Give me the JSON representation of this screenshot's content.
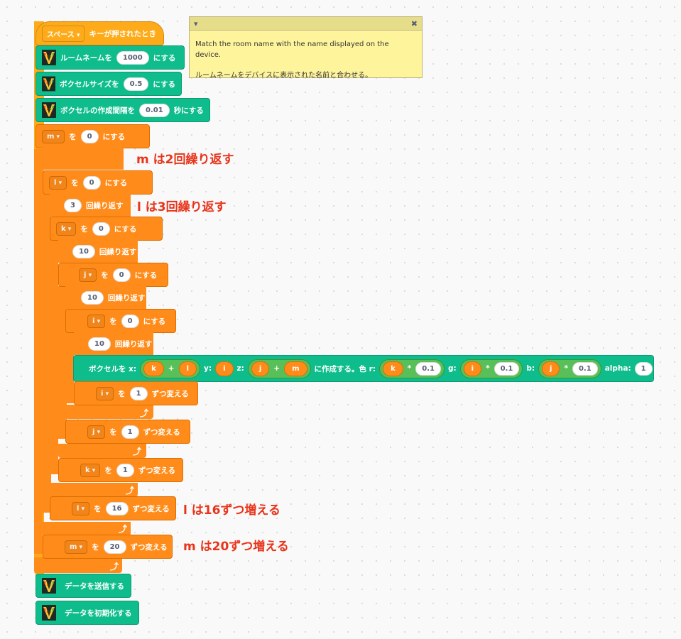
{
  "hat": {
    "key": "スペース",
    "text": "キーが押されたとき"
  },
  "room": {
    "before": "ルームネームを",
    "value": "1000",
    "after": "にする"
  },
  "voxel_size": {
    "before": "ボクセルサイズを",
    "value": "0.5",
    "after": "にする"
  },
  "interval": {
    "before": "ボクセルの作成間隔を",
    "value": "0.01",
    "after": "秒にする"
  },
  "labels": {
    "wo": "を",
    "set": "にする",
    "repeat": "回繰り返す",
    "change": "ずつ変える"
  },
  "vars": {
    "m": "m",
    "l": "l",
    "k": "k",
    "j": "j",
    "i": "i"
  },
  "values": {
    "m_init": "0",
    "m_repeat": "2",
    "l_init": "0",
    "l_repeat": "3",
    "k_init": "0",
    "k_repeat": "10",
    "j_init": "0",
    "j_repeat": "10",
    "i_init": "0",
    "i_repeat": "10",
    "i_change": "1",
    "j_change": "1",
    "k_change": "1",
    "l_change": "16",
    "m_change": "20"
  },
  "voxel_create": {
    "prefix": "ボクセルを x:",
    "plus": "+",
    "y": "y:",
    "z": "z:",
    "mid": "に作成する。色 r:",
    "times": "*",
    "factor": "0.1",
    "g": "g:",
    "b": "b:",
    "alpha_label": "alpha:",
    "alpha": "1"
  },
  "send": "データを送信する",
  "init": "データを初期化する",
  "annotations": {
    "m_note": "m は2回繰り返す",
    "l_note": "l は3回繰り返す",
    "l_change_note": "l は16ずつ増える",
    "m_change_note": "m は20ずつ増える"
  },
  "comment": {
    "line1": "Match the room name with the name displayed on the device.",
    "line2": "ルームネームをデバイスに表示された名前と合わせる。"
  },
  "colors": {
    "events": "#ffab19",
    "variables": "#ff8c1a",
    "extension": "#0fbd8c",
    "operators": "#59c059"
  }
}
